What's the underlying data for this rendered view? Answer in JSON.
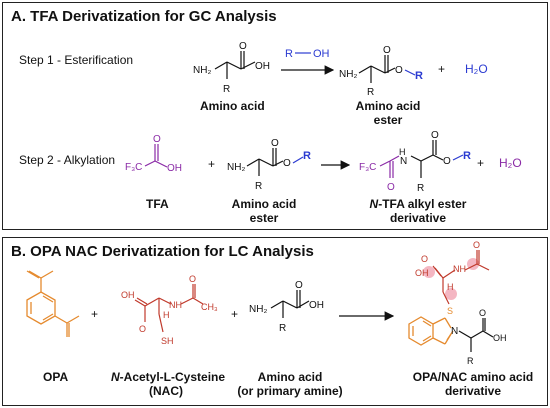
{
  "colors": {
    "black": "#111111",
    "alkyl_blue": "#2b3bd1",
    "tfa_purple": "#8a2aa6",
    "opa_orange": "#e58a2e",
    "nac_red": "#c0392b",
    "highlight_pink": "#f4b6c2"
  },
  "panel_a": {
    "title": "A. TFA Derivatization for GC Analysis",
    "step1": {
      "label": "Step 1 - Esterification",
      "reactant": "Amino acid",
      "reagent_r": "R",
      "reagent_oh": "OH",
      "product_line1": "Amino acid",
      "product_line2": "ester",
      "plus": "+",
      "water": "H₂O"
    },
    "step2": {
      "label": "Step 2 - Alkylation",
      "reagent": "TFA",
      "plus": "+",
      "reactant_line1": "Amino acid",
      "reactant_line2": "ester",
      "product_prefix": "N",
      "product_line1": "-TFA alkyl ester",
      "product_line2": "derivative",
      "plus2": "+",
      "water": "H₂O"
    }
  },
  "panel_b": {
    "title": "B. OPA NAC Derivatization for LC Analysis",
    "reagent1": "OPA",
    "plus1": "+",
    "reagent2_prefix": "N",
    "reagent2_line1": "-Acetyl-L-Cysteine",
    "reagent2_line2": "(NAC)",
    "plus2": "+",
    "reactant_line1": "Amino acid",
    "reactant_line2": "(or primary amine)",
    "product_line1": "OPA/NAC amino acid",
    "product_line2": "derivative"
  },
  "chem_atoms": {
    "nh2": "NH₂",
    "oh": "OH",
    "o": "O",
    "r": "R",
    "n": "N",
    "h": "H",
    "nh": "NH",
    "s": "S",
    "sh": "SH",
    "f3c": "F₃C",
    "ch3": "CH₃"
  }
}
